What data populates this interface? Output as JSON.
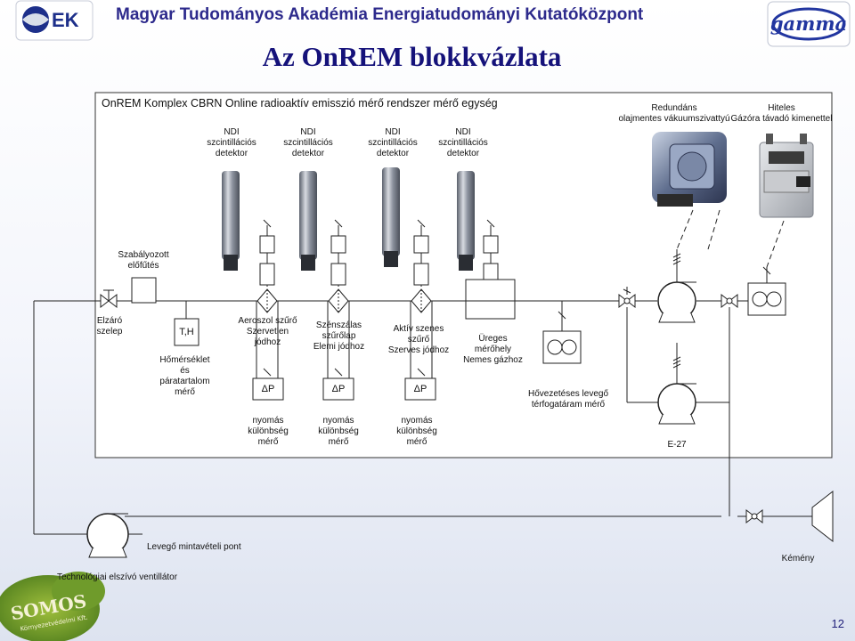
{
  "header": {
    "title": "Magyar Tudományos Akadémia Energiatudományi Kutatóközpont"
  },
  "slide_title": "Az OnREM blokkvázlata",
  "logos": {
    "left": "EK",
    "right": "gamma",
    "bottom": "SOMOS",
    "bottom_sub": "Környezetvédelmi Kft."
  },
  "frame": {
    "title": "OnREM Komplex CBRN Online radioaktív emisszió mérő rendszer  mérő egység"
  },
  "detectors": [
    {
      "label": "NDI\nszcintillációs\ndetektor"
    },
    {
      "label": "NDI\nszcintillációs\ndetektor"
    },
    {
      "label": "NDI\nszcintillációs\ndetektor"
    },
    {
      "label": "NDI\nszcintillációs\ndetektor"
    }
  ],
  "labels": {
    "pump": "Redundáns\nolajmentes vákuumszivattyú",
    "gas_meter": "Hiteles\nGázóra távadó kimenettel",
    "preheat": "Szabályozott\nelőfűtés",
    "valve": "Elzáró\nszelep",
    "th_box": "T,H",
    "th_meter": "Hőmérséklet\nés\npáratartalom\nmérő",
    "filter1": "Aeroszol szűrő\nSzervetlen\njódhoz",
    "filter2": "Szénszálas\nszűrőlap\nElemi jódhoz",
    "filter3": "Aktív szenes\nszűrő\nSzerves jódhoz",
    "dp": "ΔP",
    "dp_meter": "nyomás\nkülönbség\nmérő",
    "chamber": "Üreges\nmérőhely\nNemes gázhoz",
    "flowmeter": "Hővezetéses levegő\ntérfogatáram mérő",
    "e27": "E-27",
    "sampling": "Levegő mintavételi pont",
    "fan": "Technológiai elszívó ventillátor",
    "stack": "Kémény"
  },
  "page_number": "12",
  "colors": {
    "header": "#2d2a8c",
    "title": "#15127a",
    "detector": "#7f8594",
    "meter": "#b9bcc2"
  }
}
